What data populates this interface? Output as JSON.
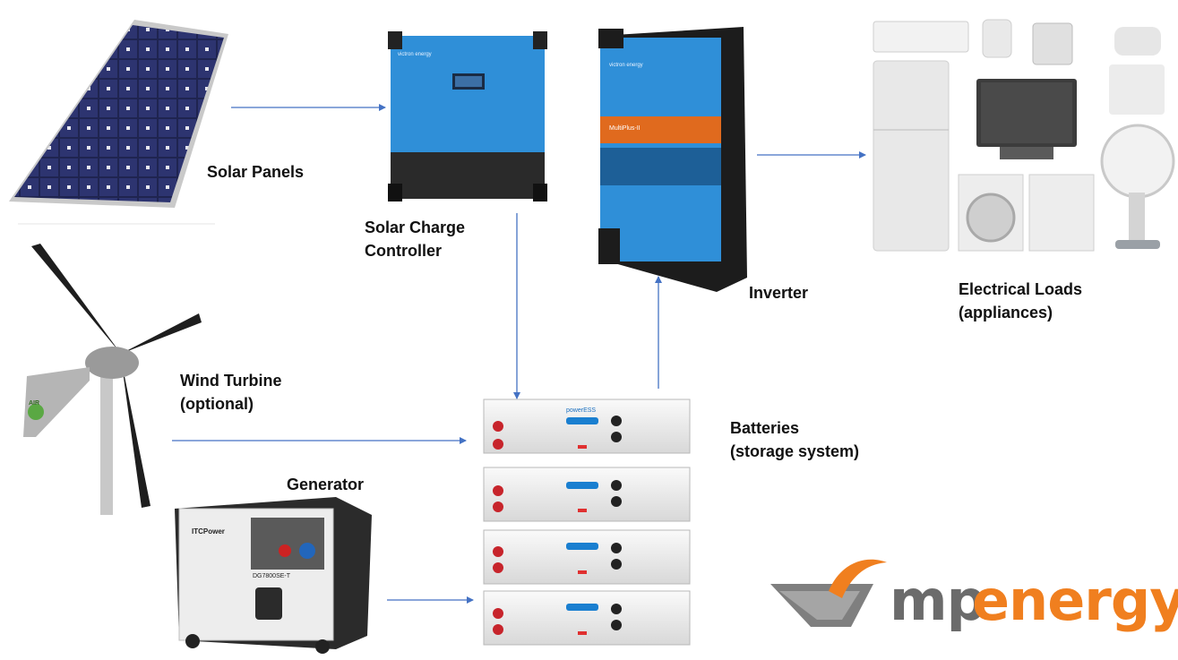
{
  "labels": {
    "solar_panels": "Solar Panels",
    "solar_charge_controller": [
      "Solar Charge",
      "Controller"
    ],
    "inverter": "Inverter",
    "electrical_loads": [
      "Electrical Loads",
      "(appliances)"
    ],
    "wind_turbine": [
      "Wind Turbine",
      "(optional)"
    ],
    "generator": "Generator",
    "batteries": [
      "Batteries",
      "(storage system)"
    ]
  },
  "logo": {
    "mp": "mp",
    "energy": "energy"
  },
  "product_text": {
    "controller_brand": "victron energy",
    "inverter_brand": "victron energy",
    "inverter_model": "MultiPlus-II",
    "battery_brand": "powerESS",
    "generator_brand": "ITCPower",
    "generator_model": "DG7800SE-T",
    "turbine_brand": "AIR"
  },
  "colors": {
    "arrow": "#4472c4",
    "victron_blue": "#2f8fd8",
    "logo_orange": "#f07f1f",
    "logo_gray": "#6b6b6b"
  }
}
